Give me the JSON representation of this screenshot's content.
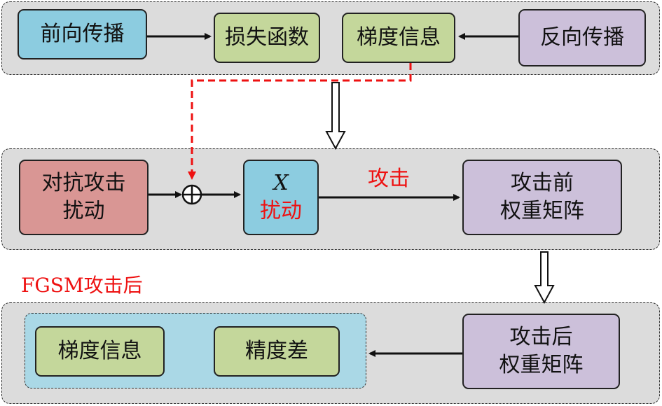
{
  "top_row": {
    "forward": "前向传播",
    "loss": "损失函数",
    "gradient": "梯度信息",
    "backward": "反向传播"
  },
  "middle_row": {
    "perturbation": "对抗攻击\n扰动",
    "x_symbol": "X",
    "x_perturbation": "扰动",
    "attack_label": "攻击",
    "weights_before": "攻击前\n权重矩阵"
  },
  "bottom_row": {
    "section_label": "FGSM攻击后",
    "gradient": "梯度信息",
    "precision_diff": "精度差",
    "weights_after": "攻击后\n权重矩阵"
  },
  "colors": {
    "blue": "#8ccce0",
    "green": "#c4d79b",
    "purple": "#ccc0da",
    "red": "#d99694",
    "panel_gray": "#dcdcdc",
    "inner_blue": "#aad8e6",
    "accent_red": "#ee1111"
  }
}
